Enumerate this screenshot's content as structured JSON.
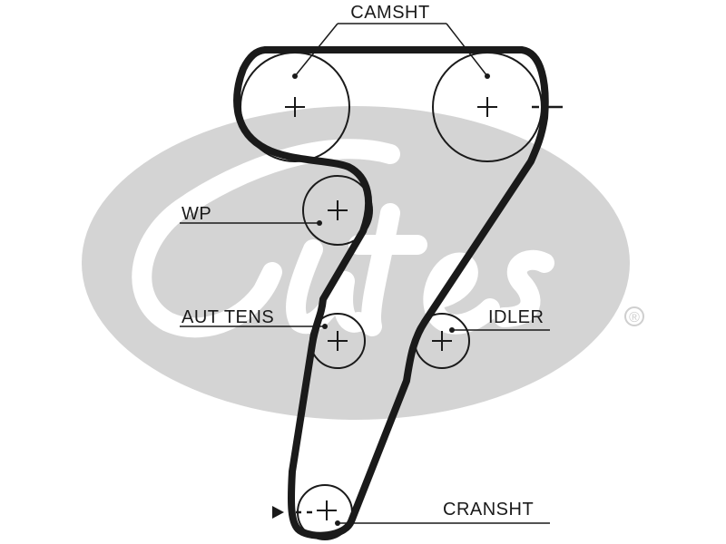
{
  "labels": {
    "camshaft": "CAMSHT",
    "water_pump": "WP",
    "auto_tensioner": "AUT TENS",
    "idler": "IDLER",
    "crankshaft": "CRANSHT"
  },
  "watermark": {
    "registered_mark": "®"
  },
  "colors": {
    "belt": "#1a1a1a",
    "pulley_outline": "#1a1a1a",
    "watermark": "#d4d4d4",
    "background": "#ffffff"
  }
}
